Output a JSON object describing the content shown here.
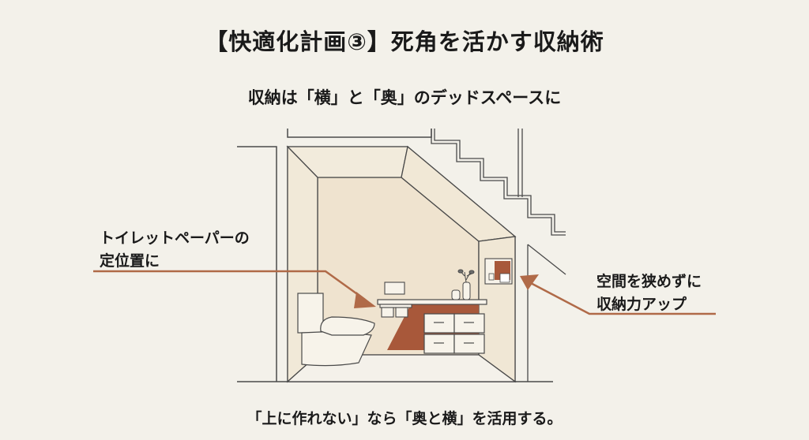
{
  "title": "【快適化計画③】死角を活かす収納術",
  "subtitle": "収納は「横」と「奥」のデッドスペースに",
  "callouts": {
    "left": {
      "line1": "トイレットペーパーの",
      "line2": "定位置に"
    },
    "right": {
      "line1": "空間を狭めずに",
      "line2": "収納力アップ"
    }
  },
  "footer": "「上に作れない」なら「奥と横」を活用する。",
  "colors": {
    "background": "#f3f1ea",
    "wall": "#efe6d6",
    "accent": "#a8583a",
    "line": "#4a4a4a",
    "arrow": "#b06a48"
  },
  "illustration": {
    "subject": "under-stairs-toilet-room",
    "items": [
      "toilet",
      "toilet-paper-holder",
      "shelf",
      "storage-boxes",
      "plant-vase",
      "wall-niche",
      "staircase"
    ]
  }
}
